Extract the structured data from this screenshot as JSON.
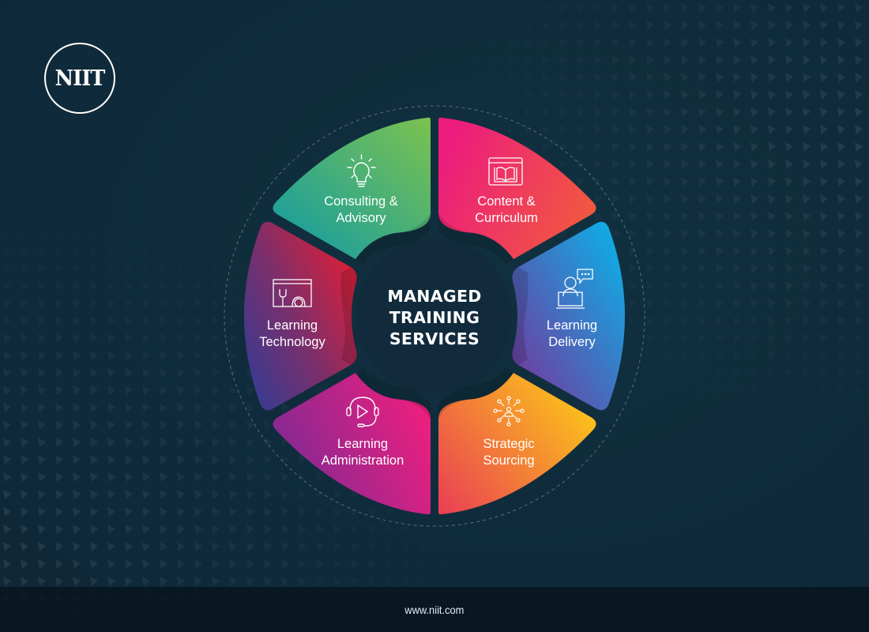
{
  "brand": {
    "logo_text": "NIIT",
    "website": "www.niit.com"
  },
  "diagram": {
    "title_lines": [
      "MANAGED",
      "TRAINING",
      "SERVICES"
    ],
    "segments": [
      {
        "id": "consulting-advisory",
        "lines": [
          "Consulting &",
          "Advisory"
        ],
        "icon": "lightbulb-icon",
        "gradient": [
          "#0e9aa7",
          "#7cc24e"
        ]
      },
      {
        "id": "content-curriculum",
        "lines": [
          "Content &",
          "Curriculum"
        ],
        "icon": "book-browser-icon",
        "gradient": [
          "#ec1b7e",
          "#f15a3e"
        ]
      },
      {
        "id": "learning-delivery",
        "lines": [
          "Learning",
          "Delivery"
        ],
        "icon": "instructor-laptop-chat-icon",
        "gradient": [
          "#7b2f98",
          "#06b7eb"
        ]
      },
      {
        "id": "strategic-sourcing",
        "lines": [
          "Strategic",
          "Sourcing"
        ],
        "icon": "network-person-icon",
        "gradient": [
          "#ea3d55",
          "#fbc21a"
        ]
      },
      {
        "id": "learning-administration",
        "lines": [
          "Learning",
          "Administration"
        ],
        "icon": "headset-play-icon",
        "gradient": [
          "#7b2a94",
          "#ee1f7e"
        ]
      },
      {
        "id": "learning-technology",
        "lines": [
          "Learning",
          "Technology"
        ],
        "icon": "browser-tools-icon",
        "gradient": [
          "#2c3d98",
          "#e21f35"
        ]
      }
    ]
  },
  "colors": {
    "background": "#112b3c",
    "footer": "#0a1922",
    "text": "#ffffff"
  }
}
